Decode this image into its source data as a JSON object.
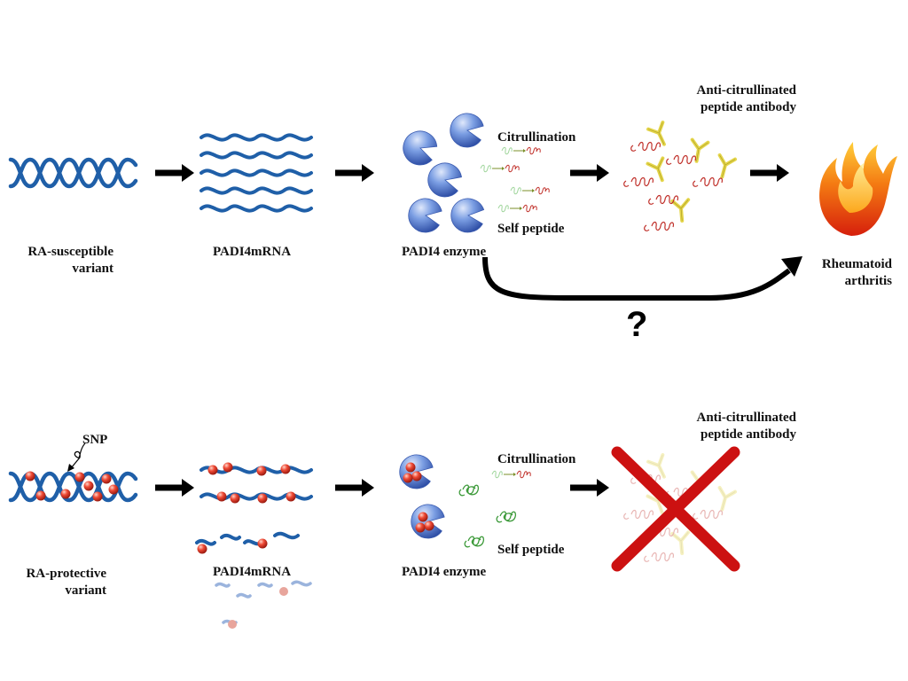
{
  "top": {
    "variant_label_line1": "RA-susceptible",
    "variant_label_line2": "variant",
    "mrna_label": "PADI4mRNA",
    "enzyme_label": "PADI4 enzyme",
    "citrullination_label": "Citrullination",
    "self_peptide_label": "Self peptide",
    "antibody_label_line1": "Anti-citrullinated",
    "antibody_label_line2": "peptide antibody",
    "disease_label_line1": "Rheumatoid",
    "disease_label_line2": "arthritis",
    "question_mark": "?"
  },
  "bottom": {
    "snp_label": "SNP",
    "variant_label_line1": "RA-protective",
    "variant_label_line2": "variant",
    "mrna_label": "PADI4mRNA",
    "enzyme_label": "PADI4 enzyme",
    "citrullination_label": "Citrullination",
    "self_peptide_label": "Self peptide",
    "antibody_label_line1": "Anti-citrullinated",
    "antibody_label_line2": "peptide antibody"
  },
  "colors": {
    "dna": "#1f5fa8",
    "enzyme": "#5a7fd0",
    "snp": "#e0352b",
    "citrullinated_peptide": "#c0302a",
    "native_peptide": "#4caf50",
    "antibody": "#e6d84a",
    "cross": "#cc1111",
    "arrow": "#000000"
  }
}
